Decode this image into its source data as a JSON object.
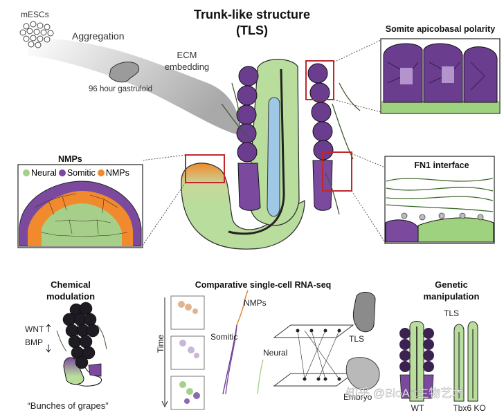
{
  "title": {
    "line1": "Trunk-like structure",
    "line2": "(TLS)"
  },
  "flow": {
    "mescs": "mESCs",
    "aggregation": "Aggregation",
    "ecm_line1": "ECM",
    "ecm_line2": "embedding",
    "gastruloid": "96 hour gastruloid"
  },
  "panels": {
    "somite_polarity": "Somite apicobasal polarity",
    "fn1": "FN1 interface",
    "nmps": {
      "title": "NMPs",
      "legend": [
        {
          "label": "Neural",
          "color": "#a6d08a"
        },
        {
          "label": "Somitic",
          "color": "#7b4a9e"
        },
        {
          "label": "NMPs",
          "color": "#f08a2c"
        }
      ]
    },
    "chemical": {
      "line1": "Chemical",
      "line2": "modulation",
      "wnt": "WNT",
      "bmp": "BMP",
      "caption": "“Bunches of grapes”"
    },
    "rnaseq": {
      "title": "Comparative single-cell RNA-seq",
      "time": "Time",
      "nmps": "NMPs",
      "somitic": "Somitic",
      "neural": "Neural",
      "tls": "TLS",
      "embryo": "Embryo"
    },
    "genetic": {
      "line1": "Genetic",
      "line2": "manipulation",
      "tls": "TLS",
      "wt": "WT",
      "ko": "Tbx6 KO"
    }
  },
  "watermark": "知乎 @BioArt生物艺术",
  "colors": {
    "neural_green": "#b9dd9c",
    "somite_purple": "#6a3d8f",
    "nmp_orange": "#f08a2c",
    "box_red": "#c0272d"
  }
}
